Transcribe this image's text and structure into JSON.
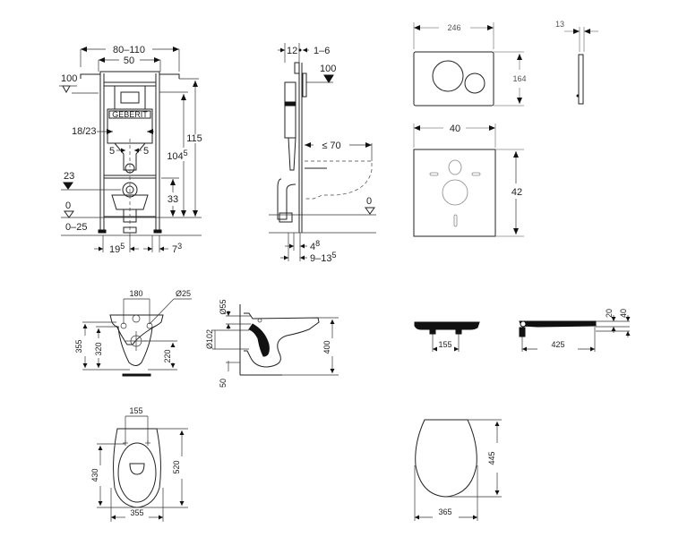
{
  "title": "Geberit installation frame and wall-hung WC dimension drawings",
  "frame_front": {
    "width_range": "80–110",
    "width_inner": "50",
    "height_level_label": "100",
    "height_total": "115",
    "height_frame": "104",
    "height_frame_sup": "5",
    "pipe_label": "18/23",
    "offset_left": "5",
    "offset_right": "5",
    "level_23": "23",
    "height_33": "33",
    "level_0": "0",
    "floor_range": "0–25",
    "foot_left": "19",
    "foot_left_sup": "5",
    "foot_right": "7",
    "foot_right_sup": "3",
    "brand": "GEBERIT"
  },
  "frame_side": {
    "depth_12": "12",
    "wall_1_6": "1–6",
    "level_100": "100",
    "projection": "≤ 70",
    "level_0": "0",
    "offset_4": "4",
    "offset_4_sup": "8",
    "offset_9_13": "9–13",
    "offset_9_13_sup": "5"
  },
  "flush_plate": {
    "width": "246",
    "height": "164",
    "thickness": "13"
  },
  "sound_mat": {
    "width": "40",
    "height": "42"
  },
  "bowl_front": {
    "hole_spacing": "180",
    "hole_diameter": "Ø25",
    "height_355": "355",
    "height_320": "320",
    "height_220": "220"
  },
  "bowl_side": {
    "inlet_diameter": "Ø55",
    "outlet_diameter": "Ø102",
    "height_400": "400",
    "offset_50": "50"
  },
  "seat_front": {
    "hinge_spacing": "155"
  },
  "seat_side": {
    "length": "425",
    "thickness_20": "20",
    "thickness_40": "40"
  },
  "bowl_top": {
    "hole_spacing": "155",
    "depth_430": "430",
    "depth_520": "520",
    "width": "355"
  },
  "seat_top": {
    "depth": "445",
    "width": "365"
  }
}
